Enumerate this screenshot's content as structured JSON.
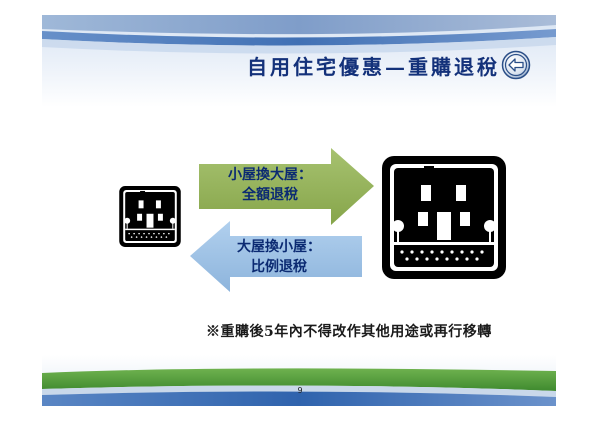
{
  "slide": {
    "title": "自用住宅優惠—重購退稅",
    "page_number": "9"
  },
  "arrows": {
    "forward": {
      "line1": "小屋換大屋：",
      "line2": "全額退稅"
    },
    "backward": {
      "line1": "大屋換小屋：",
      "line2": "比例退稅"
    }
  },
  "note": "※重購後5年內不得改作其他用途或再行移轉",
  "icons": {
    "back": "back-arrow-circle-icon",
    "small_house": "house-icon",
    "large_house": "house-icon"
  },
  "colors": {
    "title": "#13317a",
    "arrow_forward": "#94b15a",
    "arrow_backward": "#9ec1e4",
    "arrow_text": "#0b2a72",
    "header_blue": "#3f6fb6",
    "grass": "#4e9a3a"
  }
}
